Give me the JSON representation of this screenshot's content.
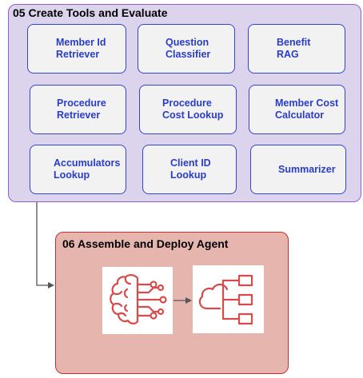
{
  "group05": {
    "title": "05 Create Tools and Evaluate"
  },
  "tools": [
    {
      "label": "Member Id\nRetriever"
    },
    {
      "label": "Question\nClassifier"
    },
    {
      "label": "Benefit\nRAG"
    },
    {
      "label": "Procedure\nRetriever"
    },
    {
      "label": "Procedure\nCost Lookup"
    },
    {
      "label": "Member Cost\nCalculator"
    },
    {
      "label": "Accumulators\nLookup"
    },
    {
      "label": "Client ID\nLookup"
    },
    {
      "label": "Summarizer"
    }
  ],
  "group06": {
    "title": "06 Assemble and Deploy Agent"
  },
  "colors": {
    "group05_fill": "#dcd3ec",
    "group05_border": "#9b59d6",
    "tool_border": "#3445c8",
    "tool_text": "#2a3dc8",
    "group06_fill": "#e6b5ae",
    "group06_border": "#c62e2e",
    "icon_color": "#d94a4a",
    "arrow": "#555555"
  },
  "icons": [
    "brain-circuit-icon",
    "cloud-hierarchy-icon"
  ]
}
